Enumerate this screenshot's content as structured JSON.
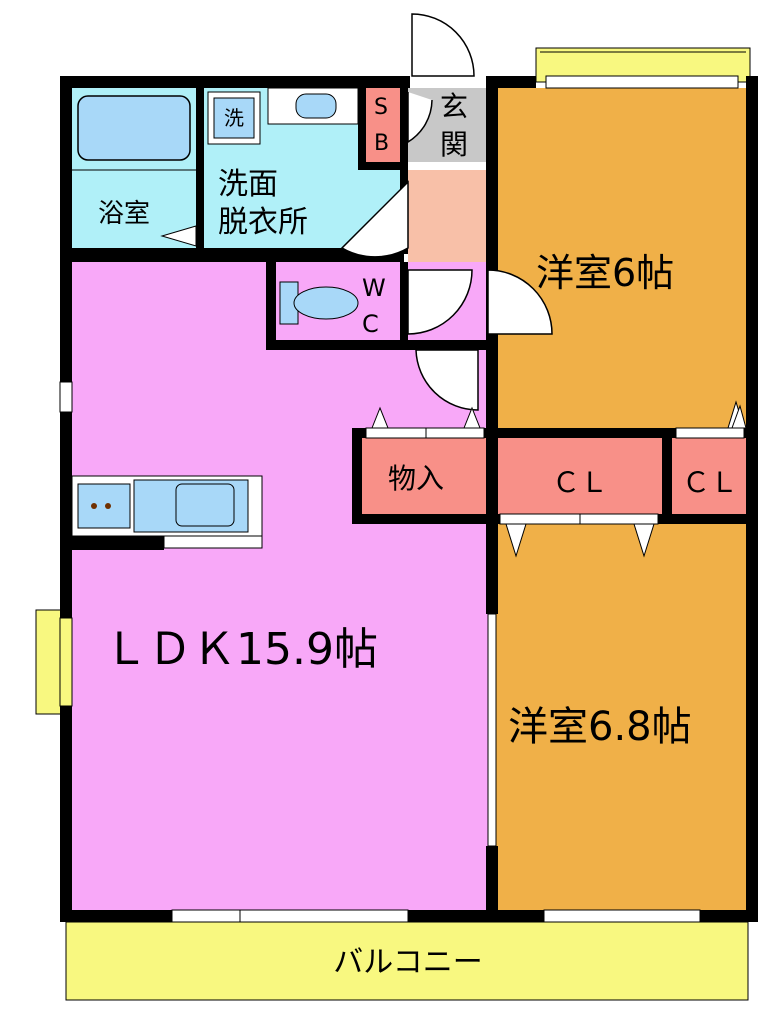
{
  "rooms": {
    "bath": "浴室",
    "washer": "洗",
    "washroom_line1": "洗面",
    "washroom_line2": "脱衣所",
    "sb_s": "S",
    "sb_b": "B",
    "entrance_1": "玄",
    "entrance_2": "関",
    "wc_w": "W",
    "wc_c": "C",
    "western_room_a": "洋室6帖",
    "storage": "物入",
    "closet_a": "ＣＬ",
    "closet_b": "ＣＬ",
    "ldk": "ＬＤＫ15.9帖",
    "western_room_b": "洋室6.8帖",
    "balcony": "バルコニー"
  },
  "colors": {
    "ldk": "#f8a8f8",
    "western": "#f0b048",
    "wet": "#b0f0f8",
    "closet": "#f89088",
    "balcony": "#f8f880",
    "hall": "#f8c0a8",
    "entrance": "#c8c8c8",
    "wall": "#000000",
    "fixture": "#a8d8f8"
  }
}
